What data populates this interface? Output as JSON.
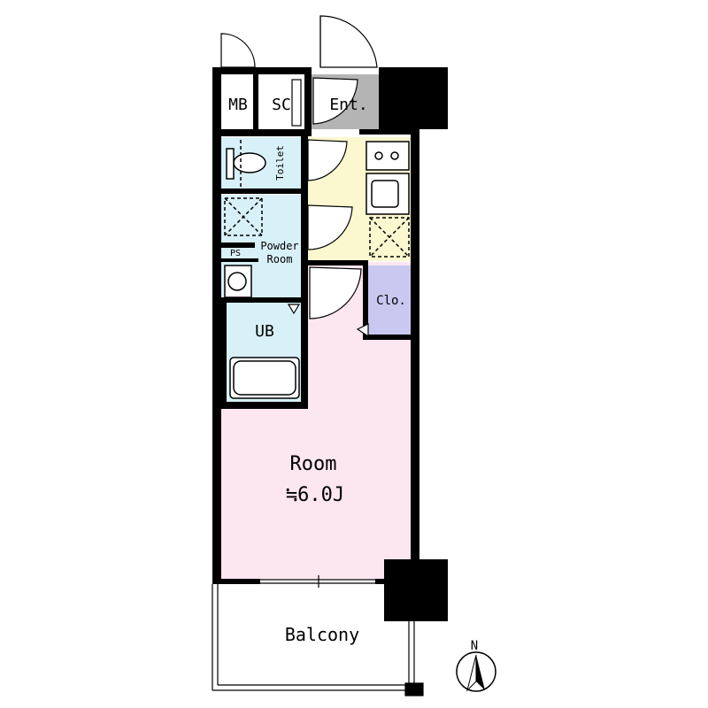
{
  "rooms": {
    "mb": "MB",
    "sc": "SC",
    "entrance": "Ent.",
    "toilet": "Toilet",
    "powder_room_line1": "Powder",
    "powder_room_line2": "Room",
    "ps": "PS",
    "ub": "UB",
    "closet": "Clo.",
    "room_name": "Room",
    "room_size": "≒6.0J",
    "balcony": "Balcony"
  },
  "compass": {
    "north_label": "N"
  },
  "colors": {
    "room": "#fce6f0",
    "wet_area": "#d8f0f8",
    "kitchen": "#fbf8d0",
    "closet": "#c8c8f0",
    "entrance": "#b4b4b4",
    "wall": "#000000"
  }
}
